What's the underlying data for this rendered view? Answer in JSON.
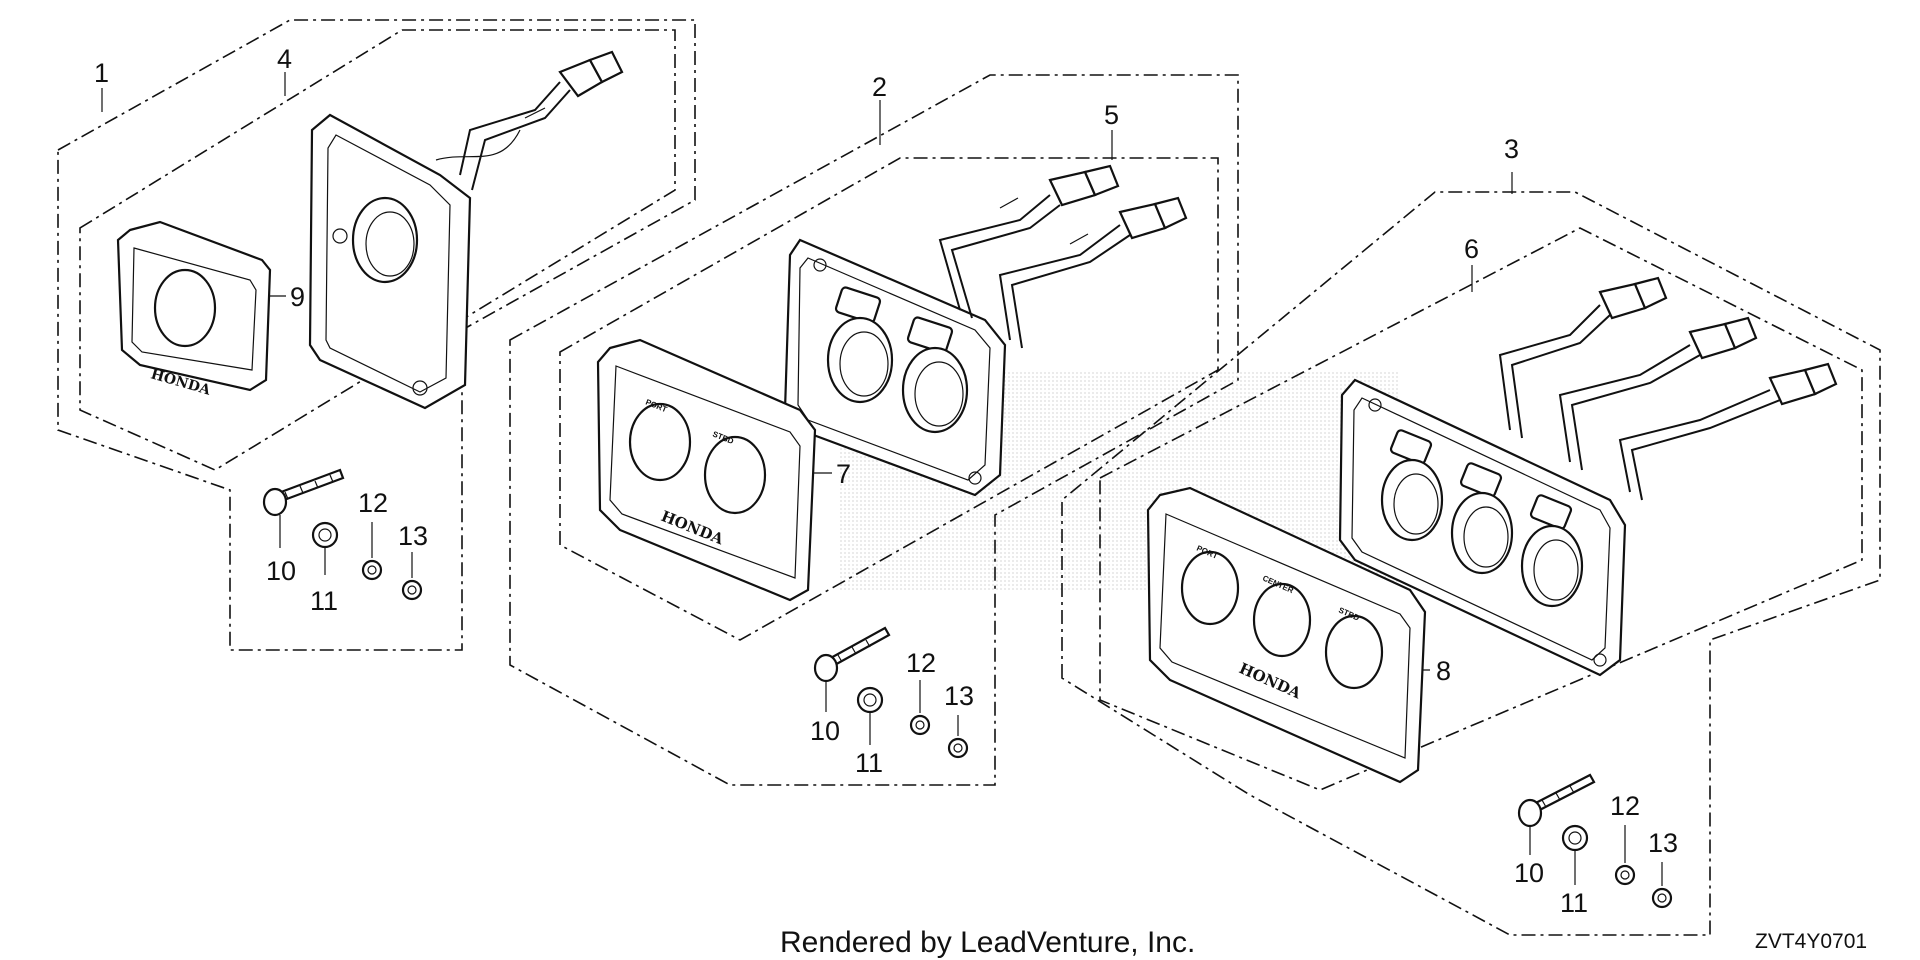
{
  "diagram": {
    "callouts": {
      "c1": "1",
      "c2": "2",
      "c3": "3",
      "c4": "4",
      "c5": "5",
      "c6": "6",
      "c7": "7",
      "c8": "8",
      "c9": "9",
      "c10a": "10",
      "c11a": "11",
      "c12a": "12",
      "c13a": "13",
      "c10b": "10",
      "c11b": "11",
      "c12b": "12",
      "c13b": "13",
      "c10c": "10",
      "c11c": "11",
      "c12c": "12",
      "c13c": "13"
    },
    "brand_text": "HONDA",
    "label_port": "PORT",
    "label_stbd": "STBD",
    "label_center": "CENTER",
    "footer": "Rendered by LeadVenture, Inc.",
    "diagram_code": "ZVT4Y0701"
  }
}
